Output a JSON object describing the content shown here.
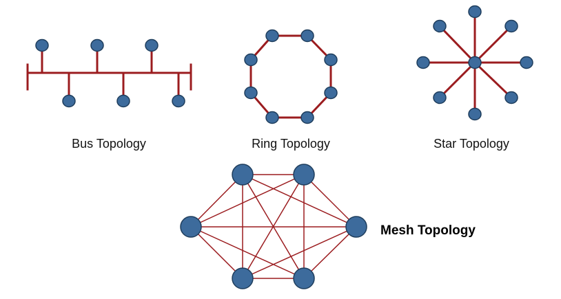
{
  "colors": {
    "link": "#9b1c1f",
    "node_fill": "#3d6b9c",
    "node_stroke": "#1e3d5c",
    "background": "#ffffff"
  },
  "bus": {
    "label": "Bus Topology",
    "node_count": 6
  },
  "ring": {
    "label": "Ring Topology",
    "node_count": 8
  },
  "star": {
    "label": "Star Topology",
    "node_count": 9
  },
  "mesh": {
    "label": "Mesh Topology",
    "node_count": 6
  }
}
